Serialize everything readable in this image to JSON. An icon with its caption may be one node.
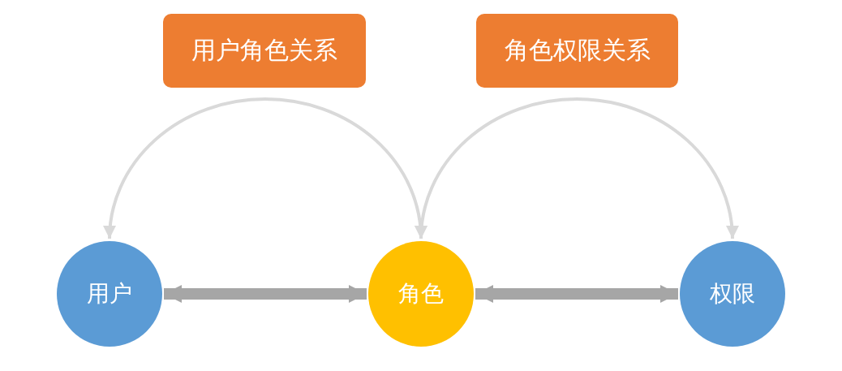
{
  "diagram": {
    "nodes": [
      {
        "text": [
          "用户角色关系"
        ]
      },
      {
        "text": [
          "角色权限关系"
        ]
      },
      {
        "text": [
          "用户"
        ]
      },
      {
        "text": [
          "角色"
        ]
      },
      {
        "text": [
          "权限"
        ]
      }
    ],
    "edges": [
      {
        "from": 2,
        "to": 3,
        "arrow": "both",
        "color": "#d9d9d9"
      },
      {
        "from": 3,
        "to": 4,
        "arrow": "both",
        "color": "#d9d9d9"
      },
      {
        "from": 2,
        "to": 3,
        "arrow": "both",
        "style": "thick",
        "color": "#a6a6a6"
      },
      {
        "from": 3,
        "to": 4,
        "arrow": "both",
        "style": "thick",
        "color": "#a6a6a6"
      }
    ]
  }
}
